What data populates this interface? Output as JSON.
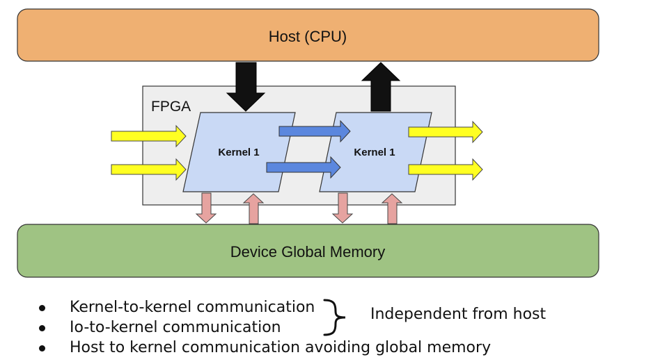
{
  "diagram": {
    "host_label": "Host (CPU)",
    "fpga_label": "FPGA",
    "kernels": [
      {
        "label": "Kernel 1"
      },
      {
        "label": "Kernel 1"
      }
    ],
    "memory_label": "Device Global Memory"
  },
  "notes": {
    "bullets": [
      "Kernel-to-kernel communication",
      "Io-to-kernel communication",
      "Host to kernel communication avoiding global memory"
    ],
    "brace_label": "Independent from host"
  },
  "colors": {
    "host_fill": "#EFB072",
    "fpga_fill": "#EEEEEE",
    "kernel_fill": "#C9D9F5",
    "memory_fill": "#9FC383",
    "io_arrow": "#FFFF22",
    "k2k_arrow": "#5B87DE",
    "mem_arrow": "#E6A3A0",
    "host_arrow": "#111111"
  },
  "icons": {
    "bullet": "filled-circle",
    "brace": "right-curly-brace"
  }
}
